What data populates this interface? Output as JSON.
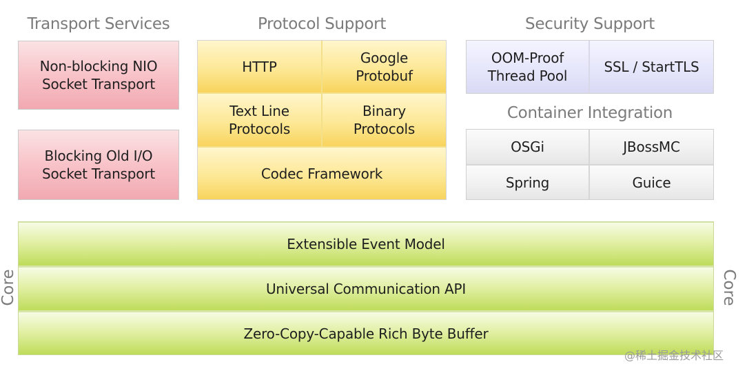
{
  "transport": {
    "heading": "Transport Services",
    "nio": "Non-blocking NIO\nSocket Transport",
    "oio": "Blocking Old I/O\nSocket Transport"
  },
  "protocol": {
    "heading": "Protocol Support",
    "http": "HTTP",
    "protobuf": "Google\nProtobuf",
    "text_line": "Text Line\nProtocols",
    "binary": "Binary\nProtocols",
    "codec": "Codec Framework"
  },
  "security": {
    "heading": "Security Support",
    "oom": "OOM-Proof\nThread Pool",
    "ssl": "SSL / StartTLS"
  },
  "container": {
    "heading": "Container Integration",
    "osgi": "OSGi",
    "jbossmc": "JBossMC",
    "spring": "Spring",
    "guice": "Guice"
  },
  "core": {
    "label_left": "Core",
    "label_right": "Core",
    "event_model": "Extensible Event Model",
    "comm_api": "Universal Communication API",
    "byte_buffer": "Zero-Copy-Capable Rich Byte Buffer"
  },
  "watermark": "@稀土掘金技术社区",
  "colors": {
    "transport": "#f7c0c6",
    "protocol": "#fde896",
    "security": "#e6e6fb",
    "container": "#f1f1f1",
    "core": "#e2f0a6"
  }
}
